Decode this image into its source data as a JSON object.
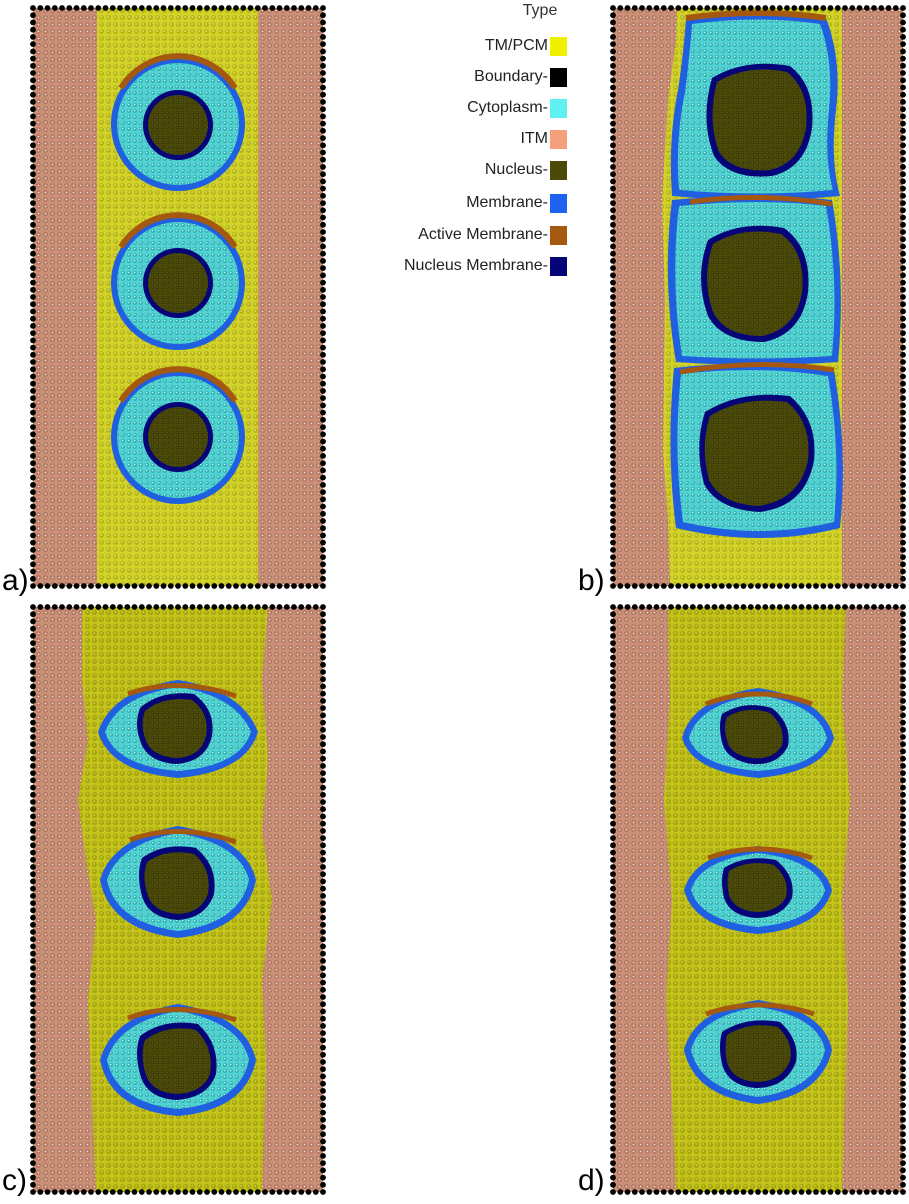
{
  "legend": {
    "title": "Type",
    "items": [
      {
        "label": "TM/PCM",
        "color": "#f0f000"
      },
      {
        "label": "Boundary-",
        "color": "#000000"
      },
      {
        "label": "Cytoplasm-",
        "color": "#5ff0f0"
      },
      {
        "label": "ITM",
        "color": "#f4a07c"
      },
      {
        "label": "Nucleus-",
        "color": "#4b4a08"
      },
      {
        "label": "Membrane-",
        "color": "#1d62f0"
      },
      {
        "label": "Active Membrane-",
        "color": "#a55810"
      },
      {
        "label": "Nucleus Membrane-",
        "color": "#050578"
      }
    ]
  },
  "panels": [
    {
      "label": "a)"
    },
    {
      "label": "b)"
    },
    {
      "label": "c)"
    },
    {
      "label": "d)"
    }
  ],
  "colors": {
    "itm_fill": "#c98f77",
    "tm_fill": "#d2d22a",
    "tm_fill_dark": "#bcbc1c",
    "cytoplasm_fill": "#4fcfcf",
    "membrane": "#1f5fe0",
    "active_membrane": "#a55810",
    "nucleus_fill": "#4b4a08",
    "nucleus_membrane": "#050578",
    "boundary": "#000000"
  }
}
